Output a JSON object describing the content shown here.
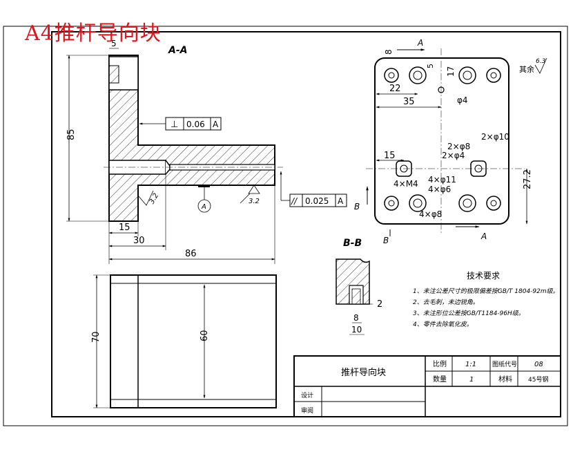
{
  "sheet_title": "A4推杆导向块",
  "colors": {
    "line": "#000000",
    "title_red": "#e0141a",
    "background": "#ffffff"
  },
  "views": {
    "section_aa": {
      "label": "A-A",
      "dims": {
        "width_top": "5",
        "height": "85",
        "width_15": "15",
        "width_30": "30",
        "length": "86"
      },
      "perpendicularity": {
        "symbol": "⊥",
        "tolerance": "0.06",
        "datum": "A"
      },
      "parallelism": {
        "symbol": "//",
        "tolerance": "0.025",
        "datum": "A"
      },
      "roughness_1": "3.2",
      "roughness_2": "3.2",
      "datum_label": "A"
    },
    "top_view": {
      "dims": {
        "offset_8": "8",
        "width_22": "22",
        "width_35": "35",
        "dim_17": "17",
        "dim_15": "15",
        "dim_27_2": "27.2",
        "dim_5": "5"
      },
      "cut_labels": {
        "a_top": "A",
        "a_bottom": "A",
        "b_left": "B",
        "b_bottom": "B"
      },
      "holes": [
        "φ4",
        "2×φ10",
        "2×φ8",
        "2×φ4",
        "4×M4",
        "4×φ11",
        "4×φ6",
        "4×φ8"
      ],
      "roughness_rest": {
        "prefix": "其余",
        "value": "6.3"
      }
    },
    "front_view": {
      "dims": {
        "height_70": "70",
        "height_60": "60"
      }
    },
    "section_bb": {
      "label": "B-B",
      "dims": {
        "dim_2": "2",
        "dim_8": "8",
        "dim_10": "10"
      }
    }
  },
  "tech_requirements": {
    "title": "技术要求",
    "items": [
      "1、未注公差尺寸的极限偏差按GB/T 1804-92m级。",
      "2、去毛刺，未边锐角。",
      "3、未注形位公差按GB/T1184-96H级。",
      "4、零件去除氧化皮。"
    ]
  },
  "title_block": {
    "part_name": "推杆导向块",
    "scale_label": "比例",
    "scale_value": "1:1",
    "drawing_no_label": "图纸代号",
    "drawing_no_value": "08",
    "quantity_label": "数量",
    "quantity_value": "1",
    "material_label": "材料",
    "material_value": "45号钢",
    "design_label": "设计",
    "review_label": "审阅"
  }
}
